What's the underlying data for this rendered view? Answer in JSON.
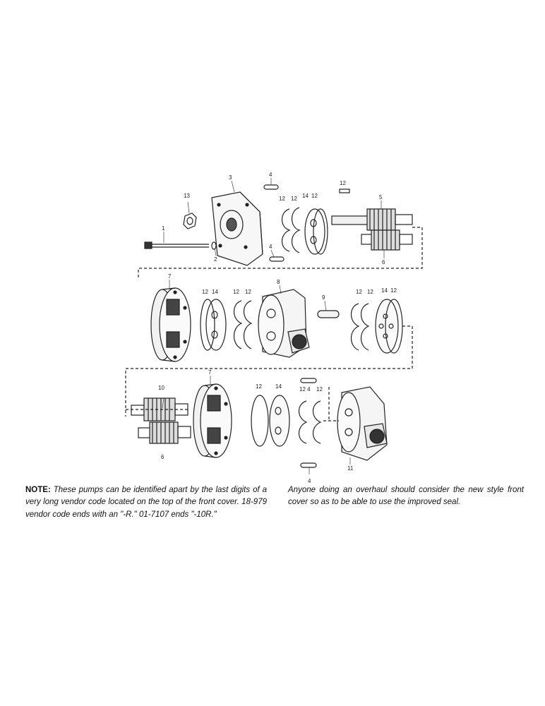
{
  "labels": {
    "l3": "3",
    "l4a": "4",
    "l13": "13",
    "l1": "1",
    "l2": "2",
    "l4b": "4",
    "l12a": "12",
    "l12b": "12",
    "l14a": "14",
    "l12c": "12",
    "l12top": "12",
    "l5": "5",
    "l6a": "6",
    "l7a": "7",
    "l12d": "12",
    "l14b": "14",
    "l12e": "12",
    "l12f": "12",
    "l8": "8",
    "l9": "9",
    "l12g": "12",
    "l12h": "12",
    "l14c": "14",
    "l12i": "12",
    "l10": "10",
    "l6b": "6",
    "l7b": "7",
    "l12j": "12",
    "l14d": "14",
    "l124": "12 4",
    "l12k": "12",
    "l11": "11",
    "l4c": "4"
  },
  "notes": {
    "left_lead": "NOTE:",
    "left_body": "These pumps can be identified apart by the last digits of a very long vendor code located on the top of the front cover. 18-979 vendor code ends with an \"-R.\" 01-7107 ends \"-10R.\"",
    "right_body": "Anyone doing an overhaul should consider the new style front cover so as to be able to use the improved seal."
  }
}
